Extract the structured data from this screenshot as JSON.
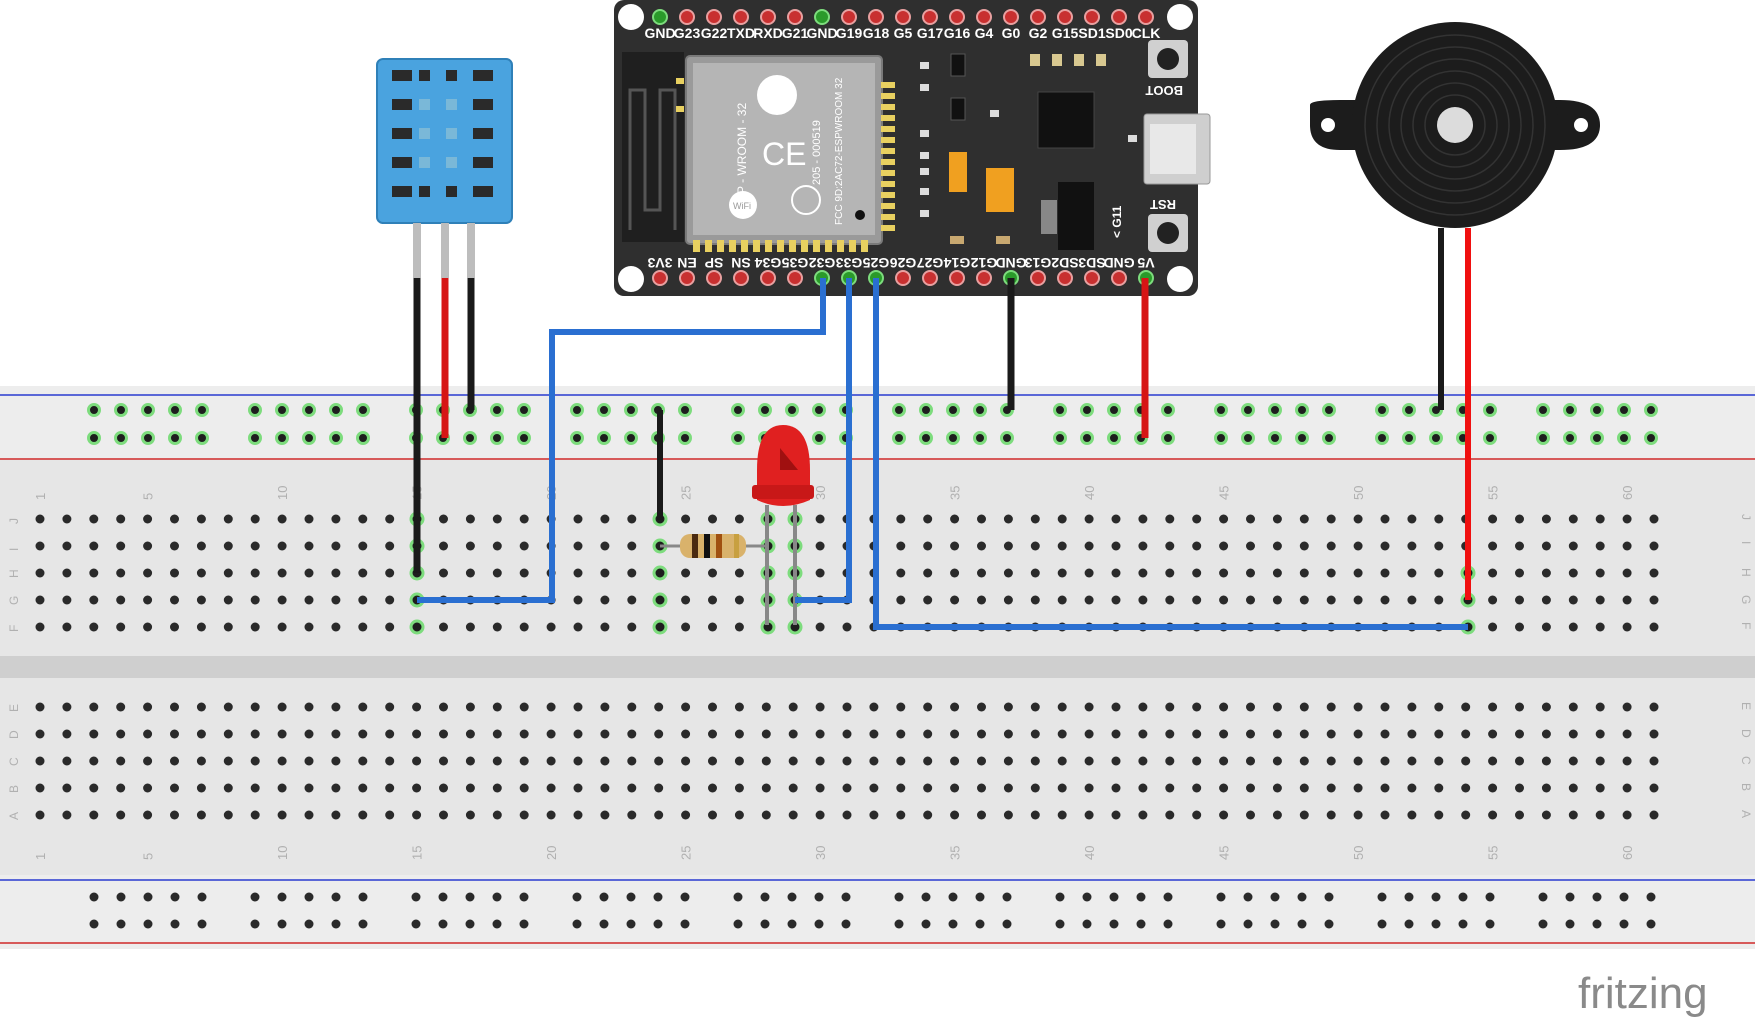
{
  "app": {
    "watermark": "fritzing"
  },
  "breadboard": {
    "column_labels": [
      "1",
      "5",
      "10",
      "15",
      "20",
      "25",
      "30",
      "35",
      "40",
      "45",
      "50",
      "55",
      "60"
    ],
    "top_row_labels": [
      "J",
      "I",
      "H",
      "G",
      "F"
    ],
    "bottom_row_labels": [
      "E",
      "D",
      "C",
      "B",
      "A"
    ]
  },
  "esp32": {
    "top_pin_labels": [
      "GND",
      "G23",
      "G22",
      "TXD",
      "RXD",
      "G21",
      "GND",
      "G19",
      "G18",
      "G5",
      "G17",
      "G16",
      "G4",
      "G0",
      "G2",
      "G15",
      "SD1",
      "SD0",
      "CLK"
    ],
    "bottom_pin_labels": [
      "3V3",
      "EN",
      "SP",
      "SN",
      "G34",
      "G35",
      "G32",
      "G33",
      "G25",
      "G26",
      "G27",
      "G14",
      "G12",
      "GND",
      "G13",
      "SD2",
      "SD3",
      "GND",
      "V5"
    ],
    "module_text": [
      "ESP - WROOM - 32",
      "205 - 000519",
      "FCC 9D:2AC72-ESPWROOM 32"
    ],
    "boot_label": "BOOT",
    "rst_label": "RST",
    "g11_label": "< G11",
    "wifi_text": "WiFi"
  },
  "colors": {
    "wire_blue": "#2a6fd1",
    "wire_red": "#d61515",
    "wire_black": "#1a1a1a",
    "board_dark": "#2f2f2f",
    "breadboard": "#e6e6e6",
    "rail_blue": "#2a3bd0",
    "rail_red": "#d02a2a",
    "led_red": "#e02020",
    "sensor_blue": "#4aa3df"
  }
}
